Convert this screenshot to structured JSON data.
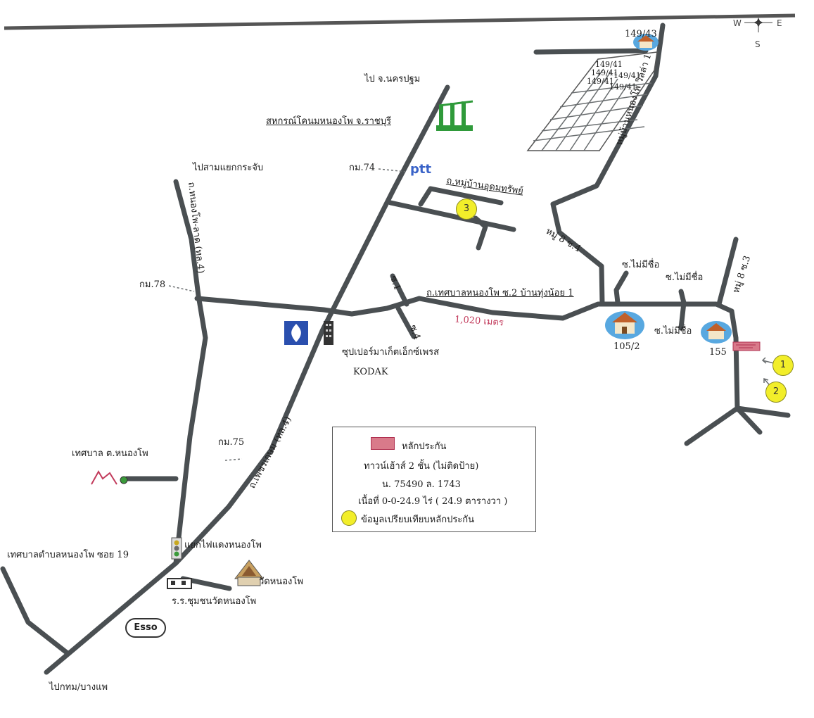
{
  "compass": {
    "w": "W",
    "e": "E",
    "s": "S"
  },
  "landmarks": {
    "to_nakhon_pathom": "ไป จ.นครปฐม",
    "coop": "สหกรณ์โคนมหนองโพ จ.ราชบุรี",
    "to_ban_pong": "ไปสามแยกกระจับ",
    "km74": "กม.74",
    "km78": "กม.78",
    "km75": "กม.75",
    "ptt": "ptt",
    "village_soi": "ถ.หมู่บ้านอุดมทรัพย์",
    "moo8_soi4": "หมู่ 8 ซ.4",
    "moo_village": "หมู่บ้านหนองโพ วิลล่า 1",
    "main_road": "ถ.เทศบาลหนองโพ ซ.2 บ้านทุ่งน้อย 1",
    "distance": "1,020 เมตร",
    "no_name_1": "ซ.ไม่มีชื่อ",
    "no_name_2": "ซ.ไม่มีชื่อ",
    "no_name_3": "ซ.ไม่มีชื่อ",
    "moo8_soi3": "หมู่ 8 ซ.3",
    "house_105": "105/2",
    "house_155": "155",
    "house_149": "149/43",
    "s1": "ซ.1",
    "s4": "ซ.4",
    "supermarket": "ซุปเปอร์มาเก็ตเอ็กซ์เพรส",
    "kodak": "KODAK",
    "bangmod_road": "ถ.หนองโพ-ลาด (ทล.4)",
    "phetkasem": "ถ.เพชรเกษม (ทล.4)",
    "municipality": "เทศบาล ต.หนองโพ",
    "traffic_light": "แยกไฟแดงหนองโพ",
    "municipal_school": "เทศบาลตำบลหนองโพ ซอย 19",
    "temple": "วัดหนองโพ",
    "school": "ร.ร.ชุมชนวัดหนองโพ",
    "esso": "Esso",
    "to_bangkok": "ไปกทม/บางแพ",
    "plot_numbers": [
      "149/41",
      "149/41",
      "149/41",
      "149/41",
      "149/41"
    ]
  },
  "legend": {
    "collateral": "หลักประกัน",
    "type": "ทาวน์เฮ้าส์ 2 ชั้น (ไม่ติดป้าย)",
    "deed": "น. 75490 ล. 1743",
    "area": "เนื้อที่ 0-0-24.9 ไร่ ( 24.9 ตารางวา )",
    "comparables": "ข้อมูลเปรียบเทียบหลักประกัน"
  },
  "pins": [
    "1",
    "2",
    "3"
  ],
  "colors": {
    "road": "#4a4f52",
    "pin": "#f2ee2a",
    "collateral": "#d97a8a",
    "coop": "#2f9a3a",
    "ptt": "#3a63c8"
  }
}
